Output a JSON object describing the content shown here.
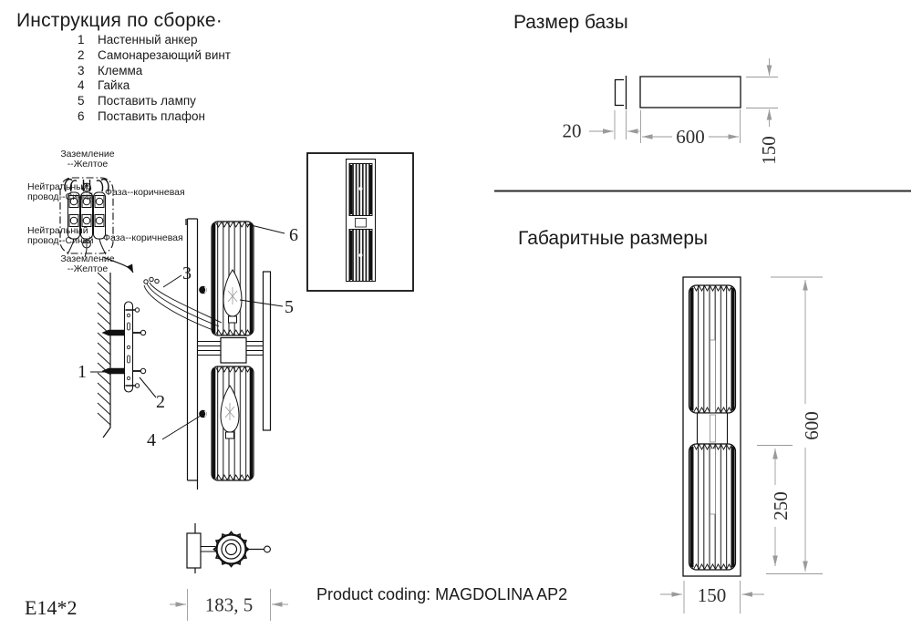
{
  "sheet": {
    "title": "Инструкция по сборке·",
    "parts": [
      {
        "num": "1",
        "label": "Настенный анкер"
      },
      {
        "num": "2",
        "label": "Самонарезающий винт"
      },
      {
        "num": "3",
        "label": "Клемма"
      },
      {
        "num": "4",
        "label": "Гайка"
      },
      {
        "num": "5",
        "label": "Поставить лампу"
      },
      {
        "num": "6",
        "label": "Поставить плафон"
      }
    ]
  },
  "wiring": {
    "ground_top_line1": "Заземление",
    "ground_top_line2": "--Желтое",
    "neutral_top_line1": "Нейтральный",
    "neutral_top_line2": "провод--Синий",
    "phase_top": "Фаза--коричневая",
    "neutral_bottom_line1": "Нейтральный",
    "neutral_bottom_line2": "провод--Синий",
    "phase_bottom": "Фаза--коричневая",
    "ground_bottom_line1": "Заземление",
    "ground_bottom_line2": "--Желтое"
  },
  "base_size": {
    "title": "Размер базы",
    "depth": "20",
    "width": "600",
    "height": "150"
  },
  "overall": {
    "title": "Габаритные размеры",
    "height": "600",
    "shade_height": "250",
    "width": "150"
  },
  "footer": {
    "socket": "E14*2",
    "depth_dim": "183, 5",
    "product": "Product coding: MAGDOLINA AP2"
  },
  "colors": {
    "line": "#1a1a1a",
    "dimension": "#9a9a9a",
    "background": "#ffffff"
  }
}
